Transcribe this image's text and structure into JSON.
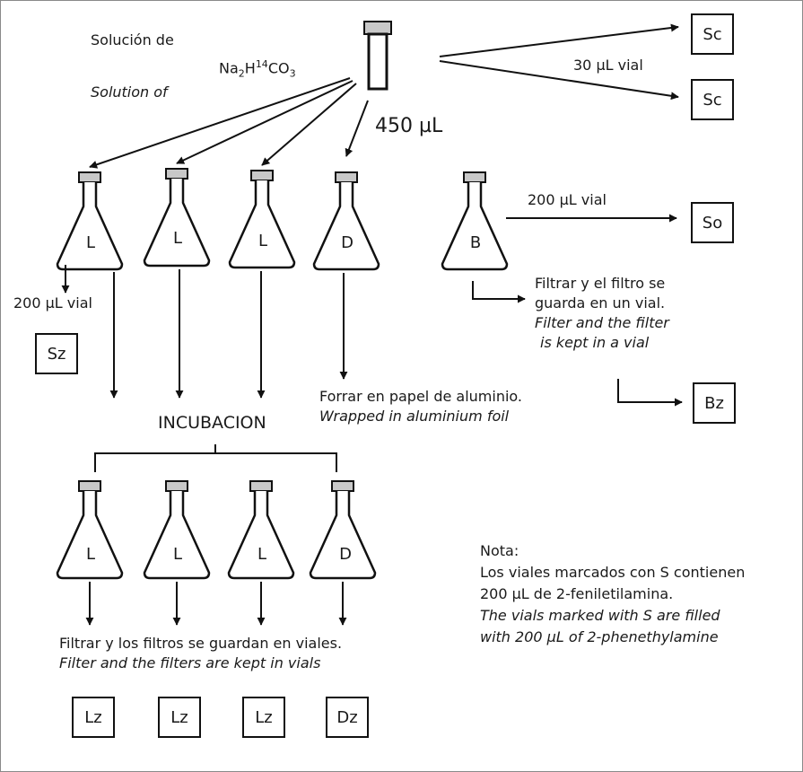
{
  "title": {
    "es": "Solución de",
    "formula_base": "Na",
    "formula_sub1": "2",
    "formula_h": "H",
    "formula_sup": "14",
    "formula_co": "CO",
    "formula_sub2": "3",
    "en": "Solution of"
  },
  "volumes": {
    "sc": "30 µL vial",
    "main": "450 µL",
    "so": "200 µL vial",
    "sz": "200 µL vial"
  },
  "boxes": {
    "sc1": "Sc",
    "sc2": "Sc",
    "so": "So",
    "sz": "Sz",
    "bz": "Bz",
    "lz1": "Lz",
    "lz2": "Lz",
    "lz3": "Lz",
    "dz": "Dz"
  },
  "flasks": {
    "top": [
      "L",
      "L",
      "L",
      "D",
      "B"
    ],
    "bottom": [
      "L",
      "L",
      "L",
      "D"
    ]
  },
  "notes": {
    "filter_b_es_1": "Filtrar y el filtro se",
    "filter_b_es_2": "guarda en un vial.",
    "filter_b_en_1": "Filter and the filter",
    "filter_b_en_2": "is kept in a vial",
    "foil_es": "Forrar en papel de aluminio.",
    "foil_en": "Wrapped in aluminium foil",
    "incubation": "INCUBACION",
    "filters_es": "Filtrar y los filtros se guardan en viales.",
    "filters_en": "Filter and the filters are kept in vials",
    "nota_title": "Nota:",
    "nota_es_1": "Los viales marcados con S contienen",
    "nota_es_2": "200 µL de 2-feniletilamina.",
    "nota_en_1": "The vials marked with S are filled",
    "nota_en_2": "with 200 µL of 2-phenethylamine"
  }
}
